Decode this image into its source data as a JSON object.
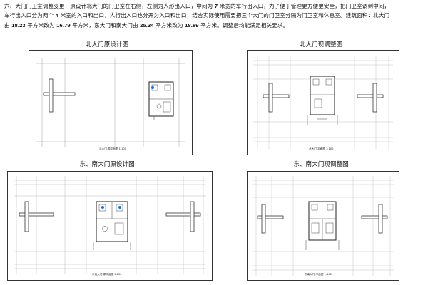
{
  "paragraph": {
    "line1_a": "六、大门门卫室调整变更：原设计北大门的门卫室在右侧，左侧为人形出入口，中间为 ",
    "line1_num1": "7",
    "line1_b": " 米宽的车行出入口，为了便于管理更方便更安全，把门卫室调到中间，",
    "line2_a": "车行出入口分为两个 ",
    "line2_num": "4",
    "line2_b": " 米宽的入口和出口，人行出入口也分开为入口和出口；结合实际使用需要把三个大门的门卫室分隔为门卫室和休息室。建筑面积：北大门",
    "line3_a": "由 ",
    "n1": "18.23",
    "line3_b": " 平方米改为 ",
    "n2": "16.79",
    "line3_c": " 平方米，东大门和南大门由 ",
    "n3": "25.34",
    "line3_d": " 平方米改为 ",
    "n4": "18.89",
    "line3_e": " 平方米。调整后均能满足相关要求。"
  },
  "figures": {
    "north_original": {
      "caption": "北大门原设计图",
      "tag": "北大门-原平面图 1:100"
    },
    "north_adjusted": {
      "caption": "北大门现调整图",
      "tag": "北大门-平面图 1:100"
    },
    "east_south_original": {
      "caption": "东、南大门原设计图",
      "tag": "东南大门-原平面图 1:100"
    },
    "east_south_adjusted": {
      "caption": "东、南大门现调整图",
      "tag": "东南大门-平面图 1:100"
    }
  }
}
